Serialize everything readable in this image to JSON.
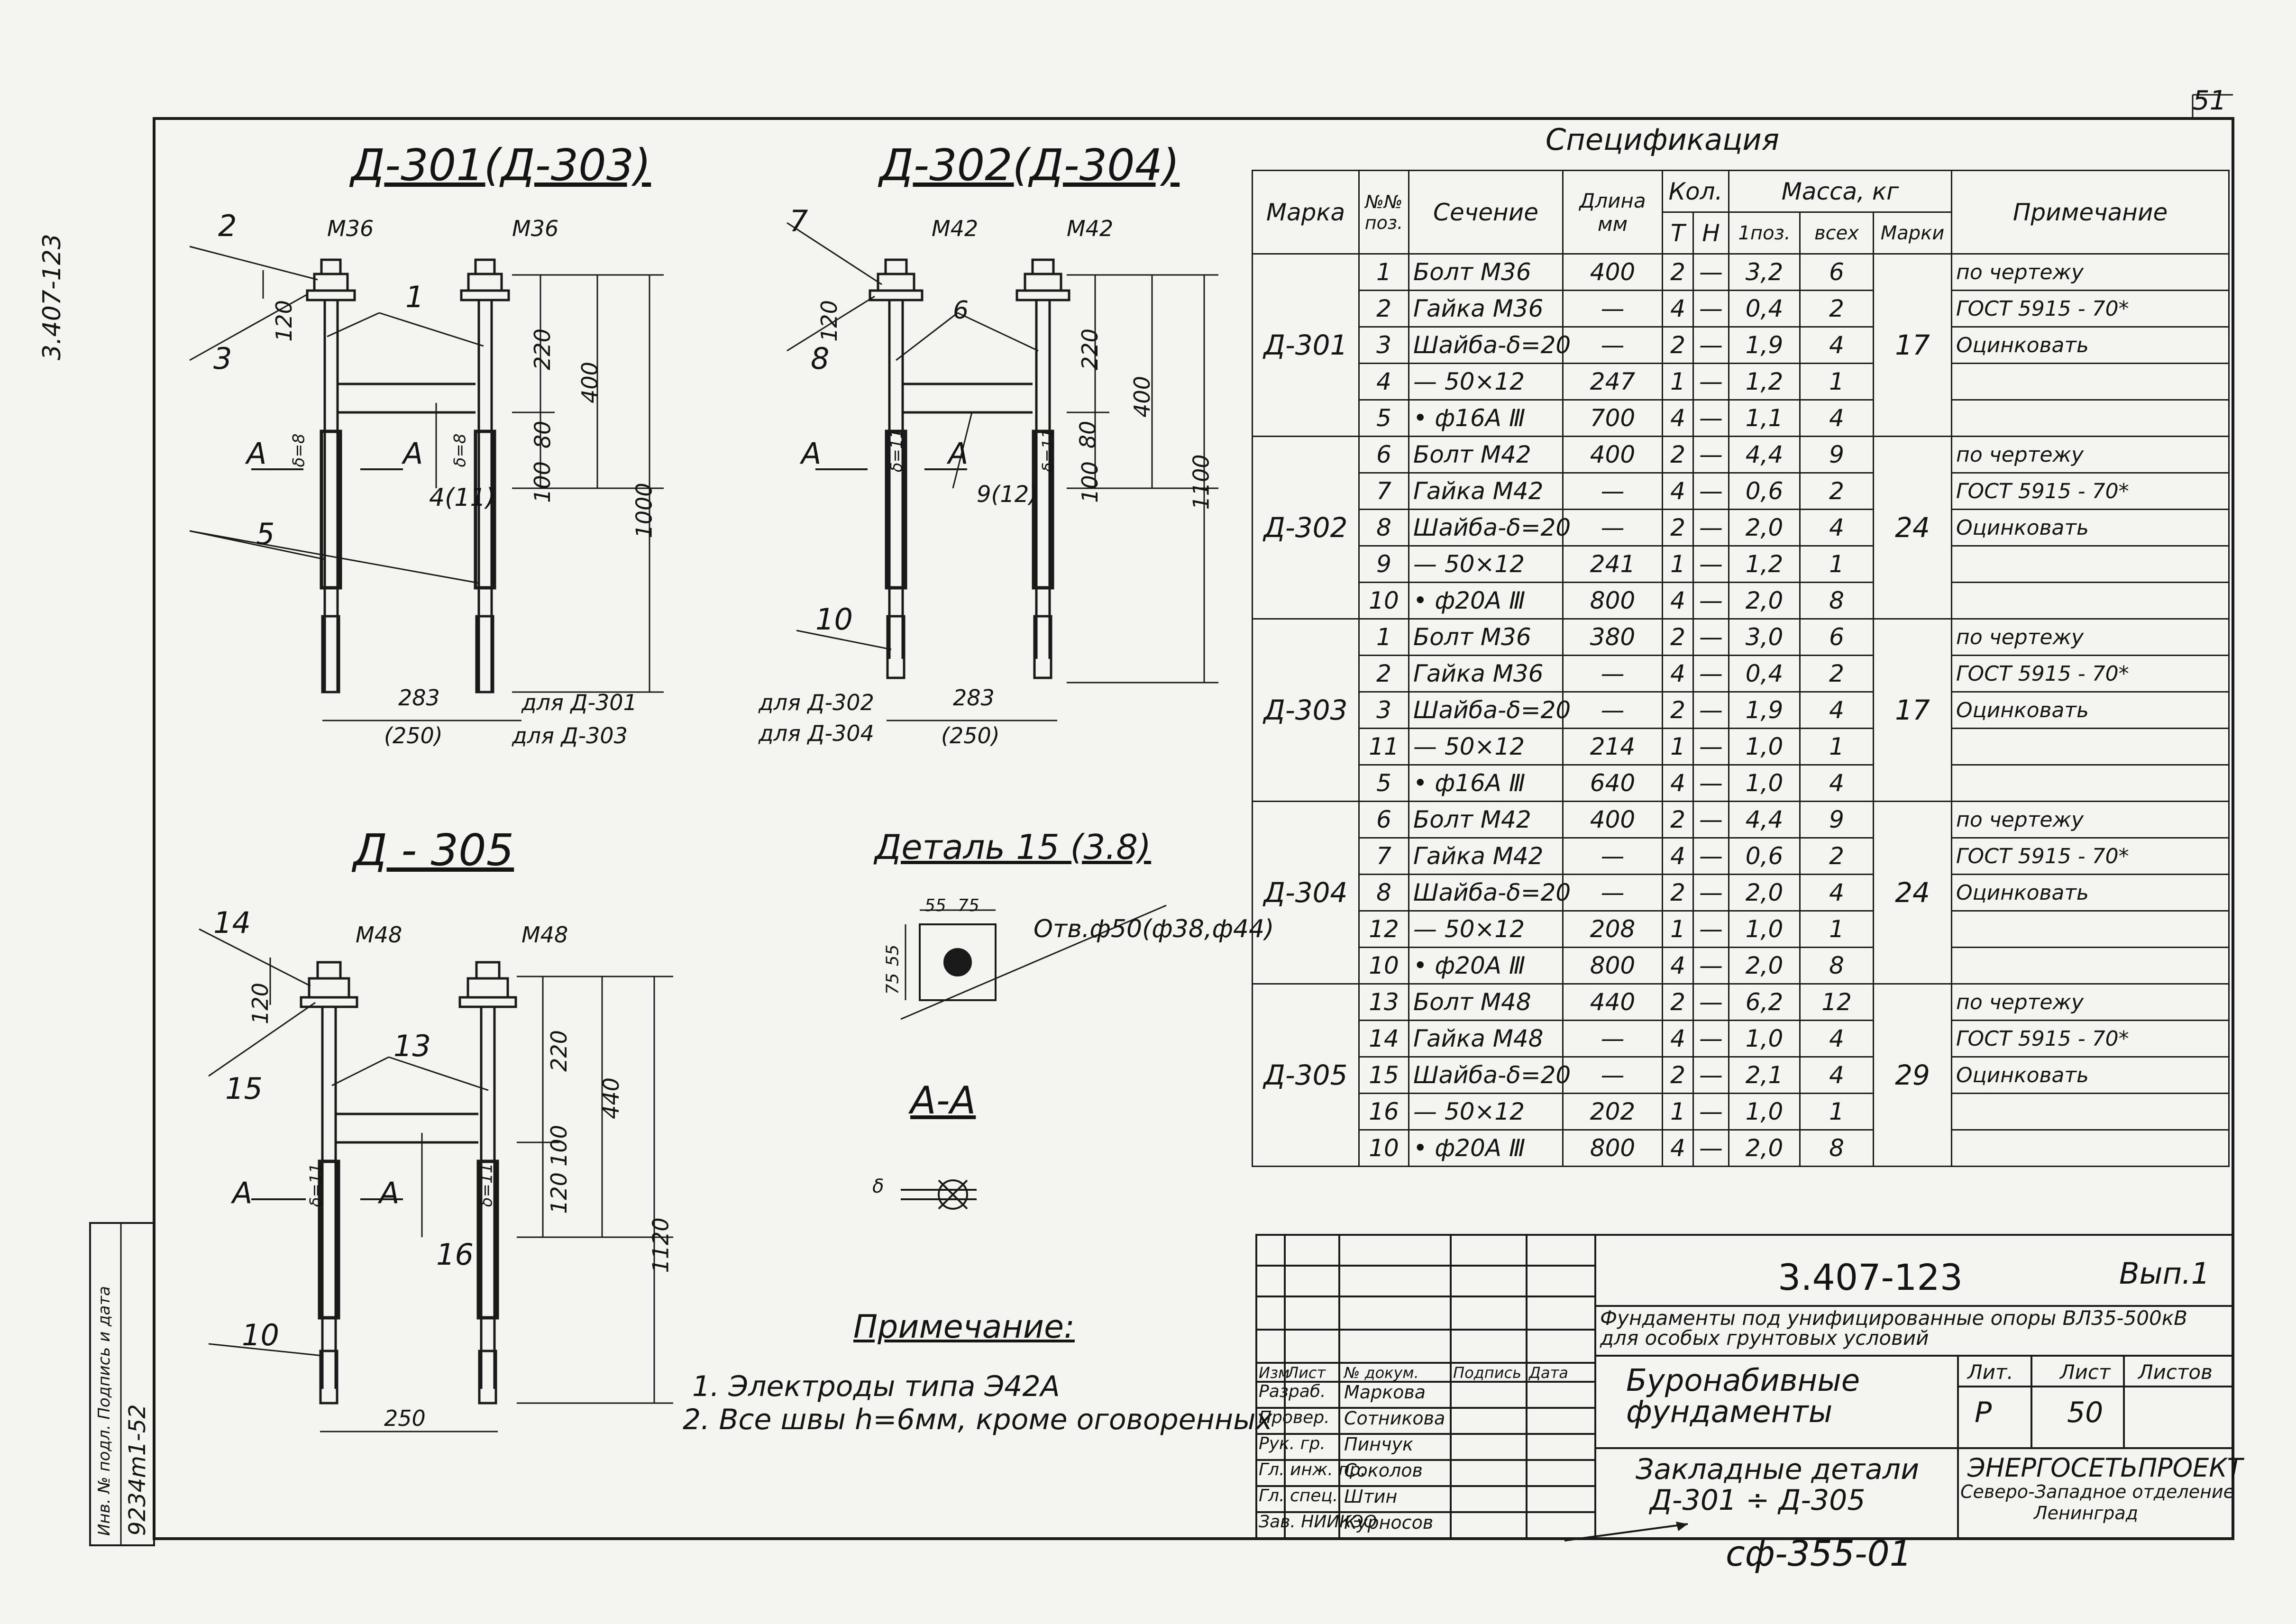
{
  "sheet_no": "51",
  "side_code": "3.407-123",
  "side_stamp": "9234m1-52",
  "side_stamp_label": "Инв. № подл.  Подпись и дата",
  "drawings": {
    "d301": {
      "title": "Д-301(Д-303)",
      "thread_left": "М36",
      "thread_right": "М36",
      "pos_2": "2",
      "pos_3": "3",
      "pos_1": "1",
      "pos_5": "5",
      "pos_4": "4(11)",
      "dim_120": "120",
      "dim_220": "220",
      "dim_400": "400",
      "dim_80": "80",
      "dim_100": "100",
      "dim_1000": "1000",
      "weld_1": "δ=8",
      "weld_2": "δ=8",
      "section_a1": "А",
      "section_a2": "А",
      "dim_283": "283",
      "dim_250": "(250)",
      "note_1": "для Д-301",
      "note_2": "для Д-303"
    },
    "d302": {
      "title": "Д-302(Д-304)",
      "thread_left": "М42",
      "thread_right": "М42",
      "pos_7": "7",
      "pos_8": "8",
      "pos_6": "6",
      "pos_9": "9(12)",
      "pos_10": "10",
      "dim_120": "120",
      "dim_220": "220",
      "dim_400": "400",
      "dim_80": "80",
      "dim_100": "100",
      "dim_1100": "1100",
      "weld_1": "δ=11",
      "weld_2": "δ=11",
      "section_a1": "А",
      "section_a2": "А",
      "dim_283": "283",
      "dim_250": "(250)",
      "note_1": "для Д-302",
      "note_2": "для Д-304"
    },
    "d305": {
      "title": "Д - 305",
      "thread_left": "М48",
      "thread_right": "М48",
      "pos_14": "14",
      "pos_15": "15",
      "pos_13": "13",
      "pos_16": "16",
      "pos_10": "10",
      "dim_120": "120",
      "dim_220": "220",
      "dim_440": "440",
      "dim_100": "100",
      "dim_120b": "120",
      "dim_1120": "1120",
      "weld_1": "δ=11",
      "weld_2": "δ=11",
      "section_a1": "А",
      "section_a2": "А",
      "dim_250": "250"
    },
    "detail15": {
      "title": "Деталь 15 (3.8)",
      "dim_55": "55",
      "dim_75": "75",
      "dim_55v": "55",
      "dim_75v": "75",
      "hole": "Отв.ф50(ф38,ф44)"
    },
    "section_aa": {
      "title": "А-А",
      "dim": "δ"
    }
  },
  "notes": {
    "title": "Примечание:",
    "items": [
      "1. Электроды типа Э42А",
      "2. Все швы h=6мм, кроме оговоренных"
    ]
  },
  "spec": {
    "title": "Спецификация",
    "headers": {
      "marka": "Марка",
      "pos": "№№ поз.",
      "section": "Сечение",
      "length": "Длина мм",
      "count": "Кол.",
      "count_t": "Т",
      "count_n": "Н",
      "mass": "Масса, кг",
      "mass_1": "1поз.",
      "mass_all": "всех",
      "mass_mark": "Марки",
      "note": "Примечание"
    },
    "groups": [
      {
        "marka": "Д-301",
        "mass_mark": "17",
        "rows": [
          {
            "pos": "1",
            "section": "Болт М36",
            "length": "400",
            "t": "2",
            "n": "—",
            "m1": "3,2",
            "mall": "6",
            "note": "по чертежу"
          },
          {
            "pos": "2",
            "section": "Гайка М36",
            "length": "—",
            "t": "4",
            "n": "—",
            "m1": "0,4",
            "mall": "2",
            "note": "ГОСТ 5915 - 70*"
          },
          {
            "pos": "3",
            "section": "Шайба-δ=20",
            "length": "—",
            "t": "2",
            "n": "—",
            "m1": "1,9",
            "mall": "4",
            "note": "Оцинковать"
          },
          {
            "pos": "4",
            "section": "— 50×12",
            "length": "247",
            "t": "1",
            "n": "—",
            "m1": "1,2",
            "mall": "1",
            "note": ""
          },
          {
            "pos": "5",
            "section": "• ф16А Ⅲ",
            "length": "700",
            "t": "4",
            "n": "—",
            "m1": "1,1",
            "mall": "4",
            "note": ""
          }
        ]
      },
      {
        "marka": "Д-302",
        "mass_mark": "24",
        "rows": [
          {
            "pos": "6",
            "section": "Болт М42",
            "length": "400",
            "t": "2",
            "n": "—",
            "m1": "4,4",
            "mall": "9",
            "note": "по чертежу"
          },
          {
            "pos": "7",
            "section": "Гайка М42",
            "length": "—",
            "t": "4",
            "n": "—",
            "m1": "0,6",
            "mall": "2",
            "note": "ГОСТ 5915 - 70*"
          },
          {
            "pos": "8",
            "section": "Шайба-δ=20",
            "length": "—",
            "t": "2",
            "n": "—",
            "m1": "2,0",
            "mall": "4",
            "note": "Оцинковать"
          },
          {
            "pos": "9",
            "section": "— 50×12",
            "length": "241",
            "t": "1",
            "n": "—",
            "m1": "1,2",
            "mall": "1",
            "note": ""
          },
          {
            "pos": "10",
            "section": "• ф20А Ⅲ",
            "length": "800",
            "t": "4",
            "n": "—",
            "m1": "2,0",
            "mall": "8",
            "note": ""
          }
        ]
      },
      {
        "marka": "Д-303",
        "mass_mark": "17",
        "rows": [
          {
            "pos": "1",
            "section": "Болт М36",
            "length": "380",
            "t": "2",
            "n": "—",
            "m1": "3,0",
            "mall": "6",
            "note": "по чертежу"
          },
          {
            "pos": "2",
            "section": "Гайка М36",
            "length": "—",
            "t": "4",
            "n": "—",
            "m1": "0,4",
            "mall": "2",
            "note": "ГОСТ 5915 - 70*"
          },
          {
            "pos": "3",
            "section": "Шайба-δ=20",
            "length": "—",
            "t": "2",
            "n": "—",
            "m1": "1,9",
            "mall": "4",
            "note": "Оцинковать"
          },
          {
            "pos": "11",
            "section": "— 50×12",
            "length": "214",
            "t": "1",
            "n": "—",
            "m1": "1,0",
            "mall": "1",
            "note": ""
          },
          {
            "pos": "5",
            "section": "• ф16А Ⅲ",
            "length": "640",
            "t": "4",
            "n": "—",
            "m1": "1,0",
            "mall": "4",
            "note": ""
          }
        ]
      },
      {
        "marka": "Д-304",
        "mass_mark": "24",
        "rows": [
          {
            "pos": "6",
            "section": "Болт М42",
            "length": "400",
            "t": "2",
            "n": "—",
            "m1": "4,4",
            "mall": "9",
            "note": "по чертежу"
          },
          {
            "pos": "7",
            "section": "Гайка М42",
            "length": "—",
            "t": "4",
            "n": "—",
            "m1": "0,6",
            "mall": "2",
            "note": "ГОСТ 5915 - 70*"
          },
          {
            "pos": "8",
            "section": "Шайба-δ=20",
            "length": "—",
            "t": "2",
            "n": "—",
            "m1": "2,0",
            "mall": "4",
            "note": "Оцинковать"
          },
          {
            "pos": "12",
            "section": "— 50×12",
            "length": "208",
            "t": "1",
            "n": "—",
            "m1": "1,0",
            "mall": "1",
            "note": ""
          },
          {
            "pos": "10",
            "section": "• ф20А Ⅲ",
            "length": "800",
            "t": "4",
            "n": "—",
            "m1": "2,0",
            "mall": "8",
            "note": ""
          }
        ]
      },
      {
        "marka": "Д-305",
        "mass_mark": "29",
        "rows": [
          {
            "pos": "13",
            "section": "Болт М48",
            "length": "440",
            "t": "2",
            "n": "—",
            "m1": "6,2",
            "mall": "12",
            "note": "по чертежу"
          },
          {
            "pos": "14",
            "section": "Гайка М48",
            "length": "—",
            "t": "4",
            "n": "—",
            "m1": "1,0",
            "mall": "4",
            "note": "ГОСТ 5915 - 70*"
          },
          {
            "pos": "15",
            "section": "Шайба-δ=20",
            "length": "—",
            "t": "2",
            "n": "—",
            "m1": "2,1",
            "mall": "4",
            "note": "Оцинковать"
          },
          {
            "pos": "16",
            "section": "— 50×12",
            "length": "202",
            "t": "1",
            "n": "—",
            "m1": "1,0",
            "mall": "1",
            "note": ""
          },
          {
            "pos": "10",
            "section": "• ф20А Ⅲ",
            "length": "800",
            "t": "4",
            "n": "—",
            "m1": "2,0",
            "mall": "8",
            "note": ""
          }
        ]
      }
    ]
  },
  "title_block": {
    "code": "3.407-123",
    "issue": "Вып.1",
    "project": "Фундаменты под унифицированные опоры ВЛ35-500кВ для особых грунтовых условий",
    "sheet_title": "Буронабивные фундаменты",
    "drawing_title_1": "Закладные детали",
    "drawing_title_2": "Д-301 ÷ Д-305",
    "lit_label": "Лит.",
    "list_label": "Лист",
    "lists_label": "Листов",
    "lit": "Р",
    "list": "50",
    "lists": "",
    "org_1": "ЭНЕРГОСЕТЬПРОЕКТ",
    "org_2": "Северо-Западное отделение",
    "org_3": "Ленинград",
    "col_headers": [
      "Изм",
      "Лист",
      "№ докум.",
      "Подпись",
      "Дата"
    ],
    "staff": [
      {
        "role": "Разраб.",
        "name": "Маркова"
      },
      {
        "role": "Провер.",
        "name": "Сотникова"
      },
      {
        "role": "Рук. гр.",
        "name": "Пинчук"
      },
      {
        "role": "Гл. инж. пр.",
        "name": "Соколов"
      },
      {
        "role": "Гл. спец.",
        "name": "Штин"
      },
      {
        "role": "Зав. НИИКЭО",
        "name": "Курносов"
      }
    ]
  },
  "archive_code": "сф-355-01"
}
